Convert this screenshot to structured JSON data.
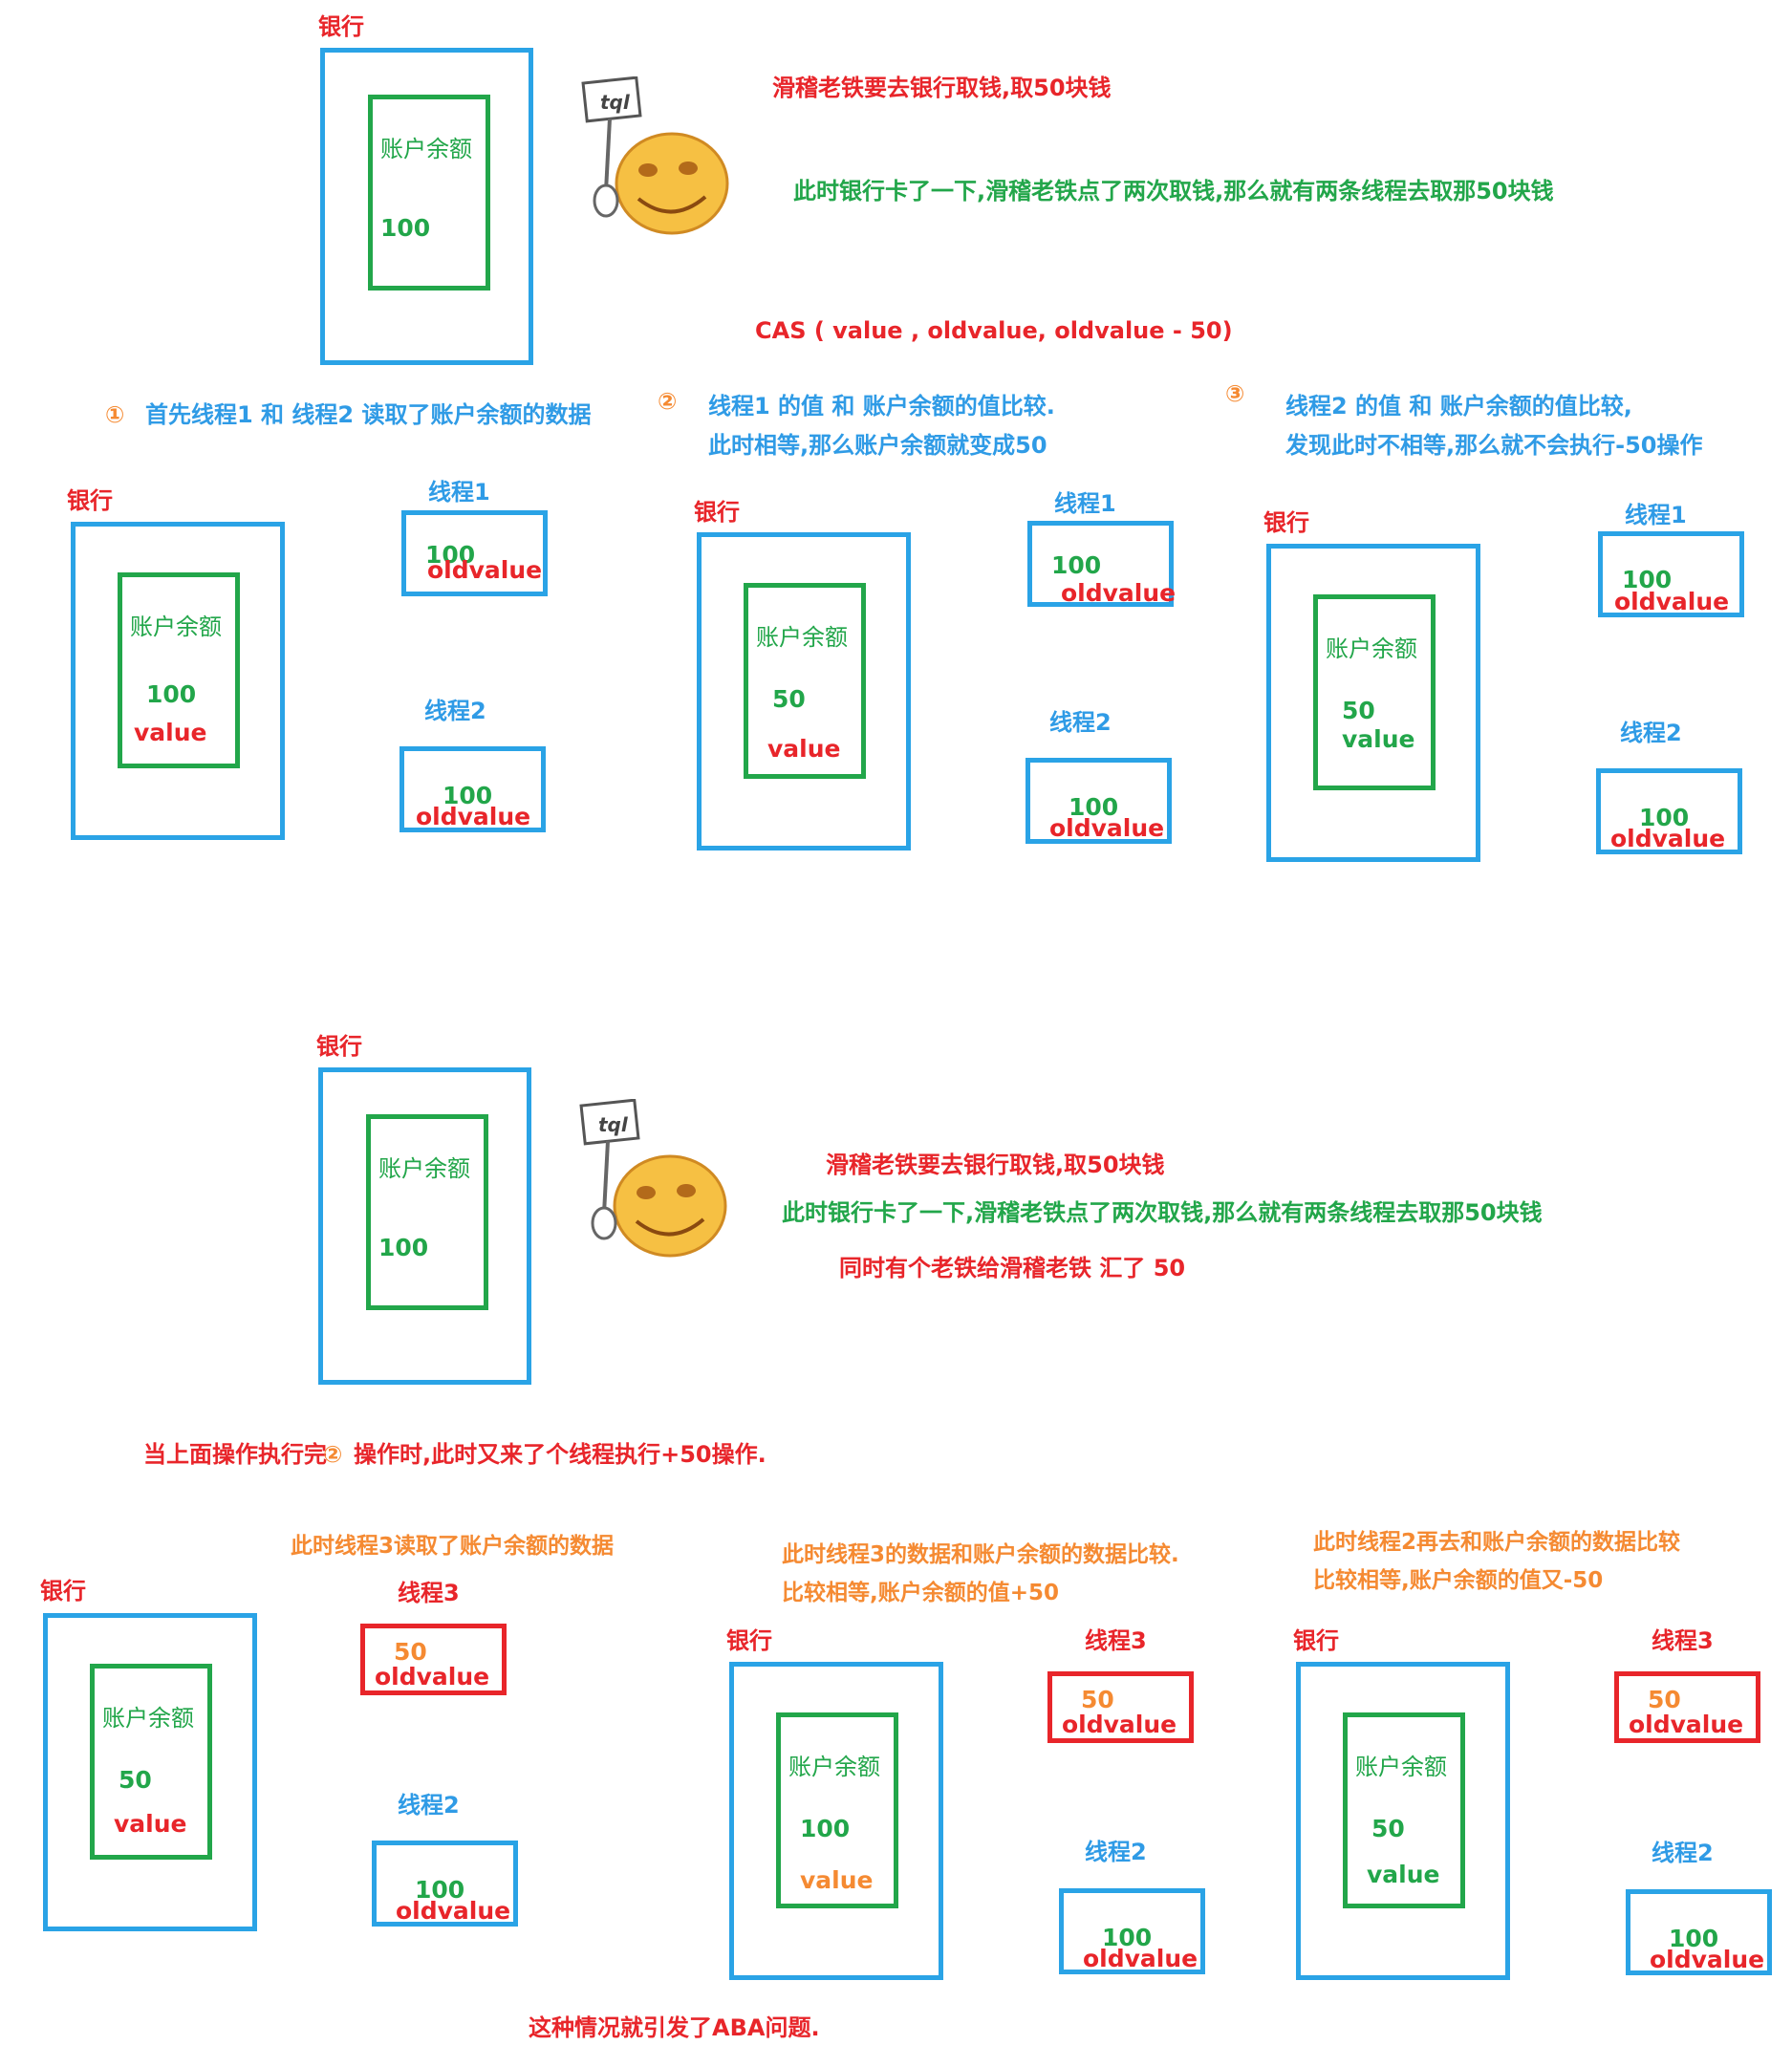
{
  "labels": {
    "bank": "银行",
    "account": "账户余额",
    "thread1": "线程1",
    "thread2": "线程2",
    "thread3": "线程3",
    "oldvalue": "oldvalue",
    "value": "value",
    "v100": "100",
    "v50": "50",
    "sign": "tql"
  },
  "step_nums": {
    "n1": "①",
    "n2": "②",
    "n3": "③"
  },
  "part1": {
    "story1": "滑稽老铁要去银行取钱,取50块钱",
    "story2": "此时银行卡了一下,滑稽老铁点了两次取钱,那么就有两条线程去取那50块钱",
    "cas": "CAS ( value , oldvalue, oldvalue - 50)",
    "step1": "首先线程1 和 线程2   读取了账户余额的数据",
    "step2a": "线程1 的值 和 账户余额的值比较.",
    "step2b": "此时相等,那么账户余额就变成50",
    "step3a": "线程2 的值 和 账户余额的值比较,",
    "step3b": "发现此时不相等,那么就不会执行-50操作"
  },
  "part2": {
    "story1": "滑稽老铁要去银行取钱,取50块钱",
    "story2": "此时银行卡了一下,滑稽老铁点了两次取钱,那么就有两条线程去取那50块钱",
    "story3": "同时有个老铁给滑稽老铁 汇了 50",
    "note_a": "当上面操作执行完",
    "note_b": "操作时,此时又来了个线程执行+50操作.",
    "s1": "此时线程3读取了账户余额的数据",
    "s2a": "此时线程3的数据和账户余额的数据比较.",
    "s2b": "比较相等,账户余额的值+50",
    "s3a": "此时线程2再去和账户余额的数据比较",
    "s3b": "比较相等,账户余额的值又-50",
    "conclusion": "这种情况就引发了ABA问题."
  },
  "colors": {
    "blue": "#2aa3e6",
    "green": "#22a64a",
    "red": "#e8252a",
    "orange": "#f58a32"
  }
}
